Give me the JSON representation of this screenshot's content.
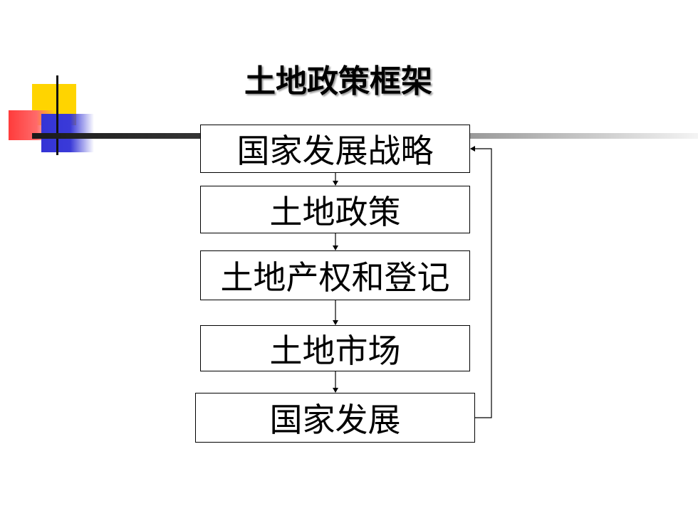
{
  "title": "土地政策框架",
  "flow": {
    "boxes": [
      {
        "id": "national-strategy",
        "label": "国家发展战略"
      },
      {
        "id": "land-policy",
        "label": "土地政策"
      },
      {
        "id": "land-property-registration",
        "label": "土地产权和登记"
      },
      {
        "id": "land-market",
        "label": "土地市场"
      },
      {
        "id": "national-development",
        "label": "国家发展"
      }
    ],
    "feedback_arrow": {
      "from": "national-development",
      "to": "national-strategy"
    }
  },
  "colors": {
    "accent_yellow": "#ffd400",
    "accent_red": "#ff3b3b",
    "accent_blue": "#3434d6",
    "rule": "#1a1a1a"
  }
}
